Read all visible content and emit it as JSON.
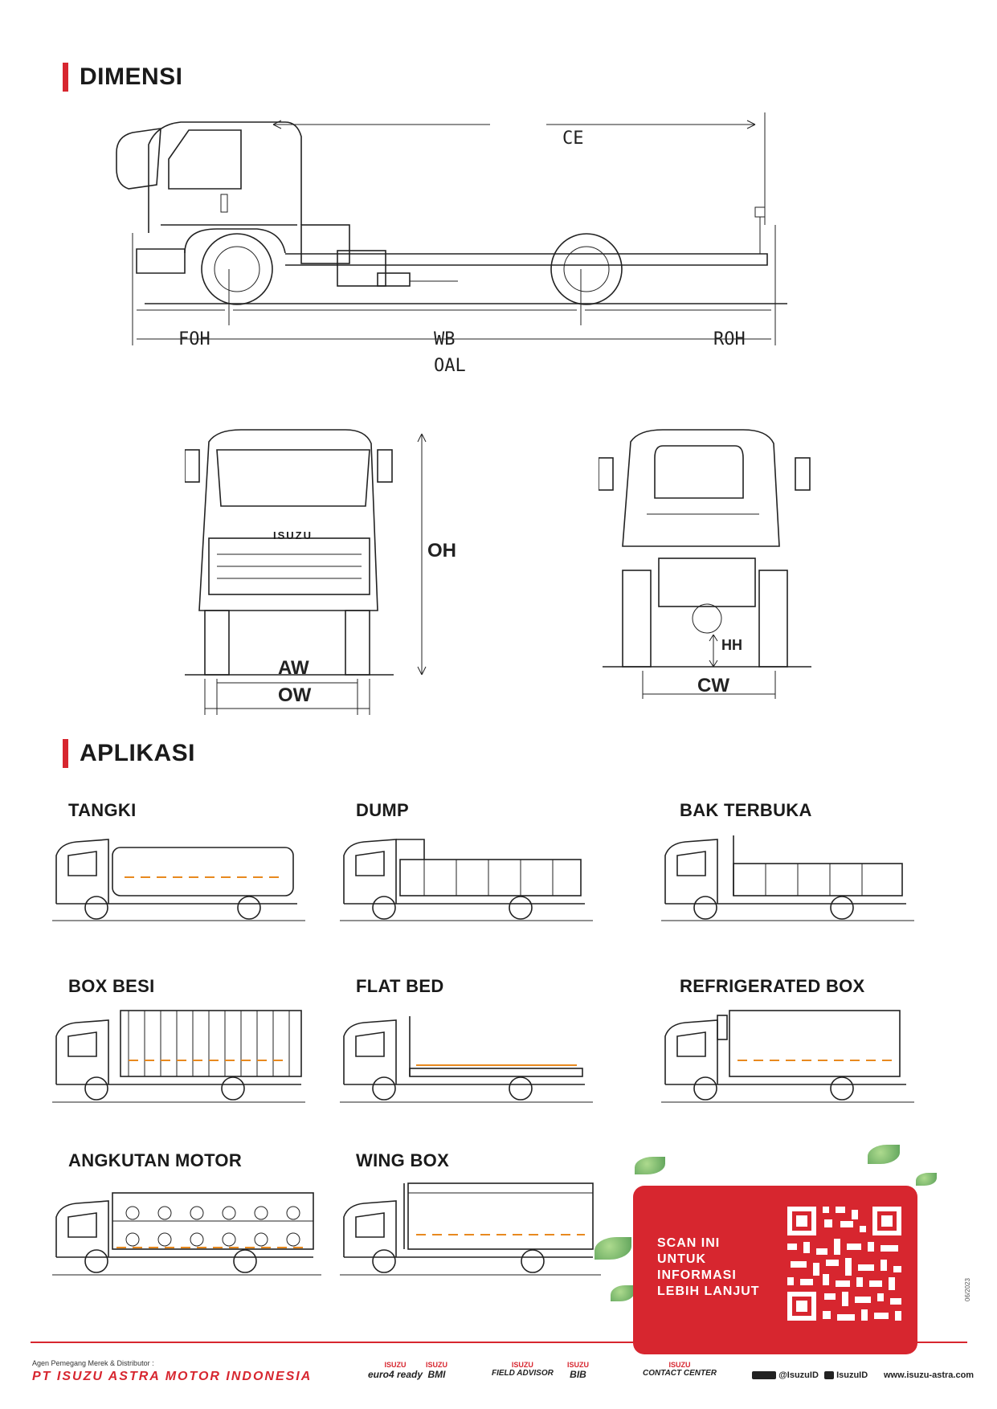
{
  "sections": {
    "dimensi": "DIMENSI",
    "aplikasi": "APLIKASI"
  },
  "dimensions": {
    "ce": "CE",
    "foh": "FOH",
    "wb": "WB",
    "roh": "ROH",
    "oal": "OAL",
    "oh": "OH",
    "aw": "AW",
    "ow": "OW",
    "hh": "HH",
    "cw": "CW",
    "grille_badge": "ISUZU"
  },
  "applications": [
    {
      "label": "TANGKI",
      "body": "tank"
    },
    {
      "label": "DUMP",
      "body": "dump"
    },
    {
      "label": "BAK TERBUKA",
      "body": "cargo"
    },
    {
      "label": "BOX BESI",
      "body": "box"
    },
    {
      "label": "FLAT BED",
      "body": "flat"
    },
    {
      "label": "REFRIGERATED BOX",
      "body": "reefer"
    },
    {
      "label": "ANGKUTAN MOTOR",
      "body": "moto"
    },
    {
      "label": "WING BOX",
      "body": "wing"
    }
  ],
  "qr": {
    "line1": "SCAN INI",
    "line2": "UNTUK",
    "line3": "INFORMASI",
    "line4": "LEBIH LANJUT"
  },
  "footer": {
    "agent": "Agen Pemegang Merek & Distributor :",
    "company": "PT ISUZU ASTRA MOTOR INDONESIA",
    "logos": [
      {
        "brand": "ISUZU",
        "name": "euro4 ready"
      },
      {
        "brand": "ISUZU",
        "name": "BMI"
      },
      {
        "brand": "ISUZU",
        "name": "FIELD ADVISOR"
      },
      {
        "brand": "ISUZU",
        "name": "BIB"
      },
      {
        "brand": "ISUZU",
        "name": "CONTACT CENTER"
      }
    ],
    "social1": "@IsuzuID",
    "social2": "IsuzuID",
    "website": "www.isuzu-astra.com",
    "date": "06/2023"
  },
  "colors": {
    "accent": "#d7262f",
    "dash": "#e8891f",
    "leaf": "#5aa845"
  }
}
